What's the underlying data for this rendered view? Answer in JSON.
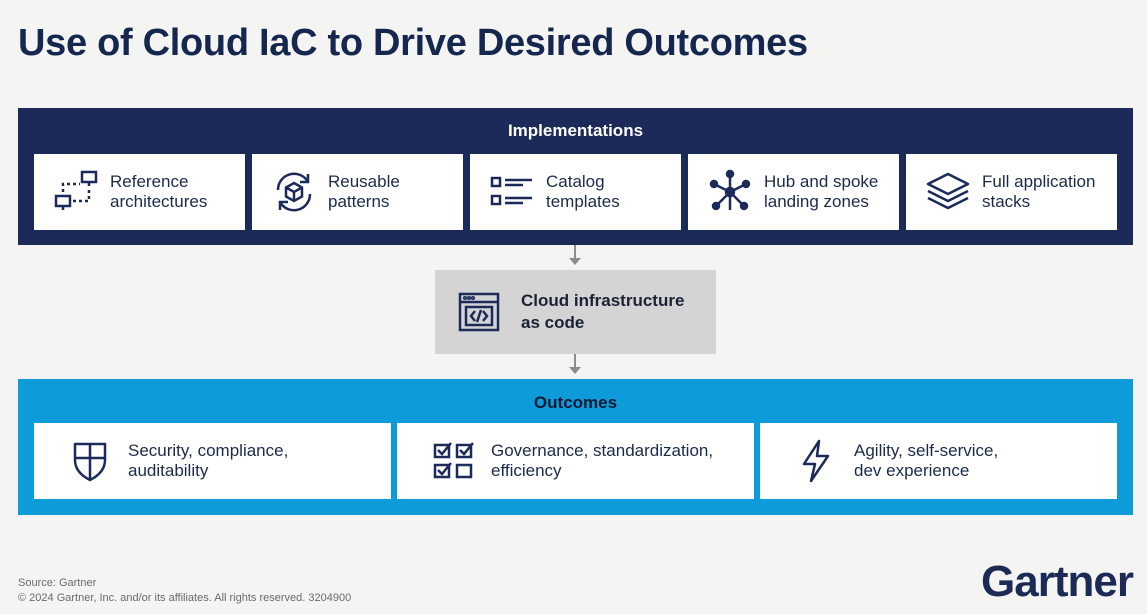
{
  "title": "Use of Cloud IaC to Drive Desired Outcomes",
  "implementations": {
    "heading": "Implementations",
    "items": [
      {
        "line1": "Reference",
        "line2": "architectures",
        "icon": "network-diagram-icon"
      },
      {
        "line1": "Reusable",
        "line2": "patterns",
        "icon": "recycle-cube-icon"
      },
      {
        "line1": "Catalog",
        "line2": "templates",
        "icon": "checklist-icon"
      },
      {
        "line1": "Hub and spoke",
        "line2": "landing zones",
        "icon": "hub-spoke-icon"
      },
      {
        "line1": "Full application",
        "line2": "stacks",
        "icon": "layers-icon"
      }
    ]
  },
  "iac": {
    "line1": "Cloud infrastructure",
    "line2": "as code",
    "icon": "code-window-icon"
  },
  "outcomes": {
    "heading": "Outcomes",
    "items": [
      {
        "line1": "Security, compliance,",
        "line2": "auditability",
        "icon": "shield-icon"
      },
      {
        "line1": "Governance, standardization,",
        "line2": "efficiency",
        "icon": "checkbox-grid-icon"
      },
      {
        "line1": "Agility, self-service,",
        "line2": "dev experience",
        "icon": "lightning-icon"
      }
    ]
  },
  "footer": {
    "source": "Source: Gartner",
    "copyright": "© 2024 Gartner, Inc. and/or its affiliates. All rights reserved. 3204900"
  },
  "logo": "Gartner",
  "colors": {
    "navy": "#1c2a5a",
    "blue": "#0d9bd9",
    "gray": "#d4d4d4"
  }
}
